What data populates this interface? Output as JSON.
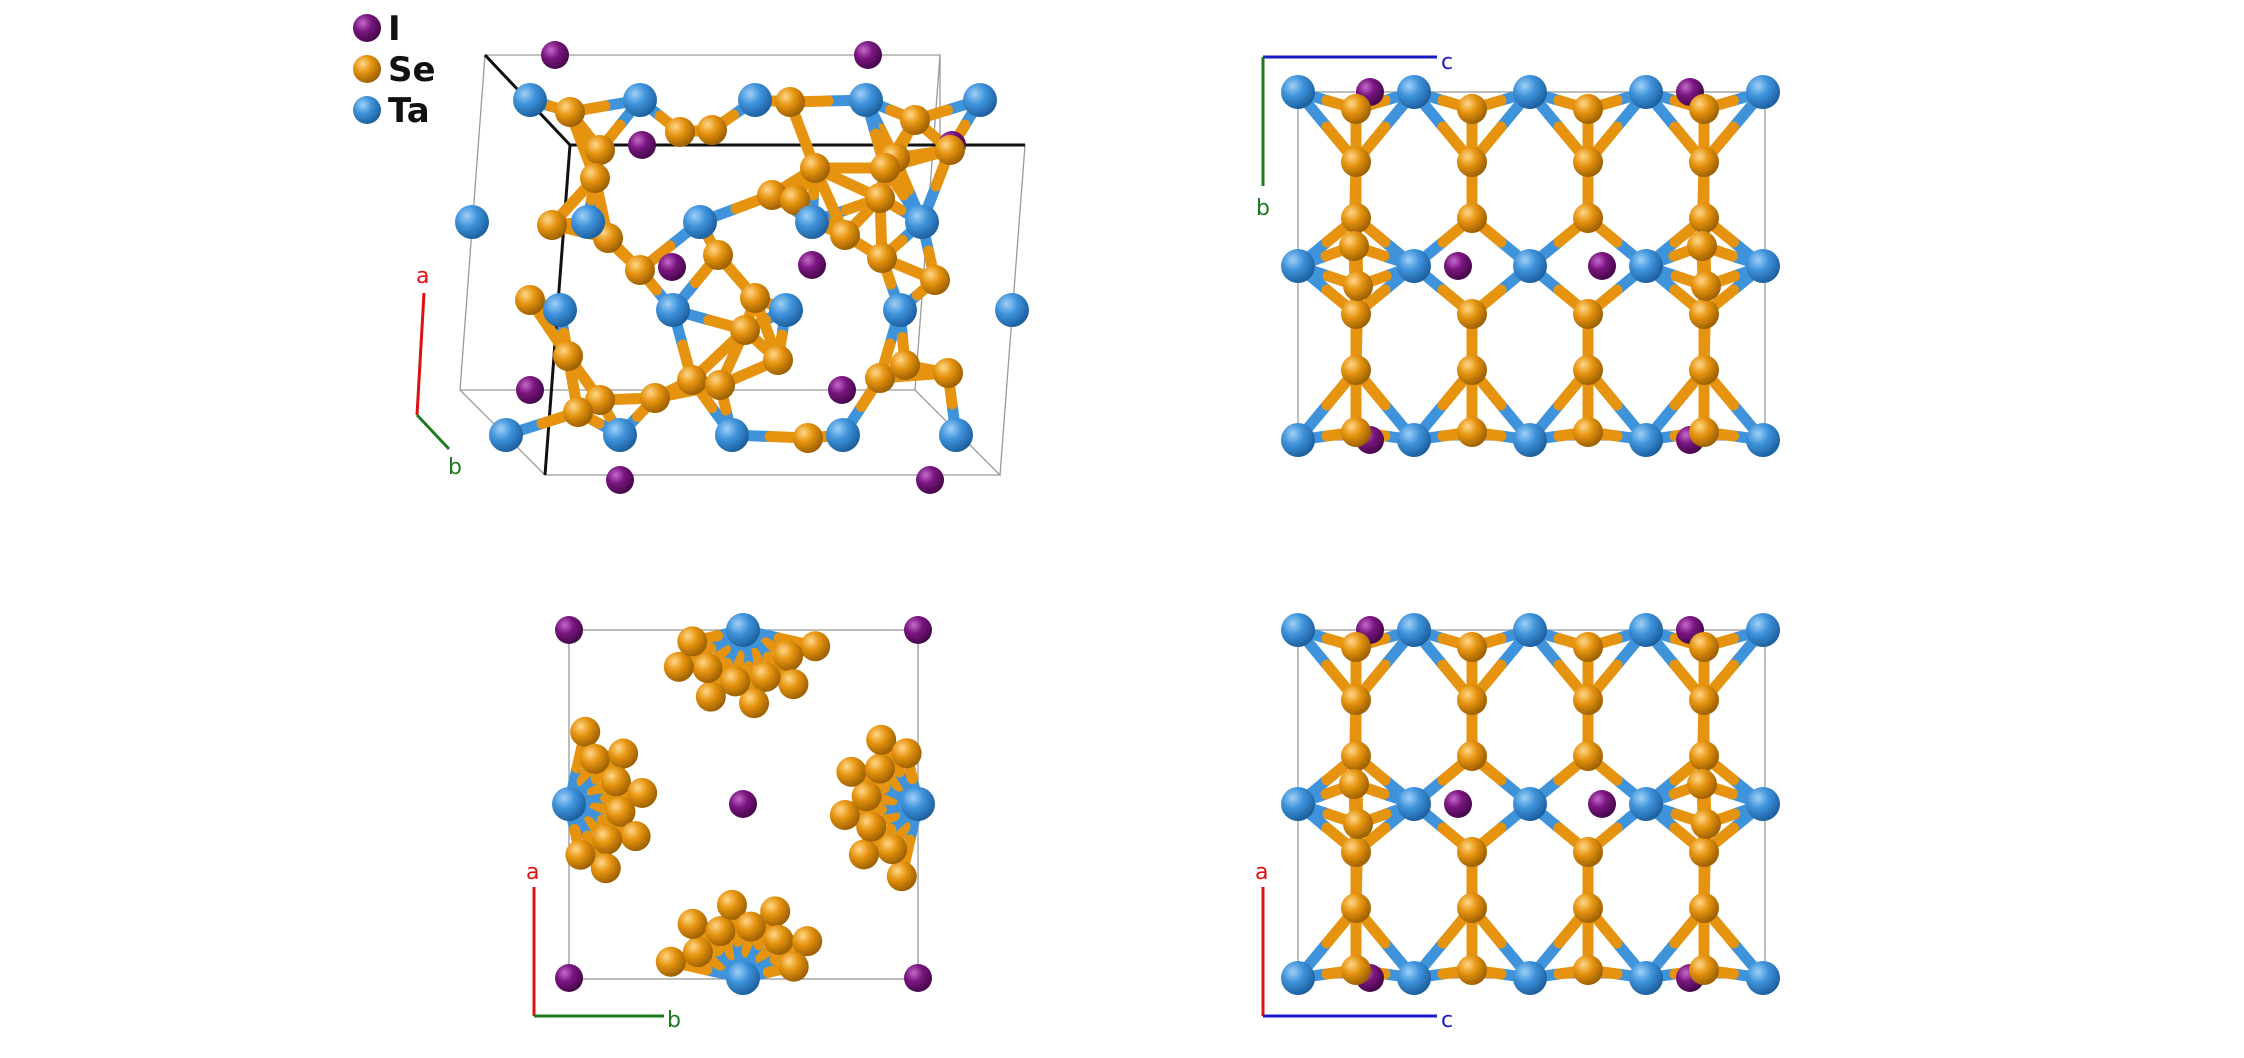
{
  "figure": {
    "title": ""
  },
  "colors": {
    "I": "#7a1580",
    "Se": "#e6940f",
    "Ta": "#3f93db",
    "axis_a": "#dd1111",
    "axis_b": "#1e7a1e",
    "axis_c": "#1a1ac8",
    "cell": "#9a9a9a"
  },
  "legend": {
    "items": [
      {
        "label": "I",
        "element": "I"
      },
      {
        "label": "Se",
        "element": "Se"
      },
      {
        "label": "Ta",
        "element": "Ta"
      }
    ]
  },
  "panels": [
    {
      "name": "perspective-view",
      "axes": [
        "a",
        "b"
      ]
    },
    {
      "name": "view-along-a",
      "axes": [
        "c",
        "b"
      ]
    },
    {
      "name": "view-along-c",
      "axes": [
        "a",
        "b"
      ]
    },
    {
      "name": "view-along-b",
      "axes": [
        "a",
        "c"
      ]
    }
  ],
  "axis_labels": {
    "a": "a",
    "b": "b",
    "c": "c"
  }
}
